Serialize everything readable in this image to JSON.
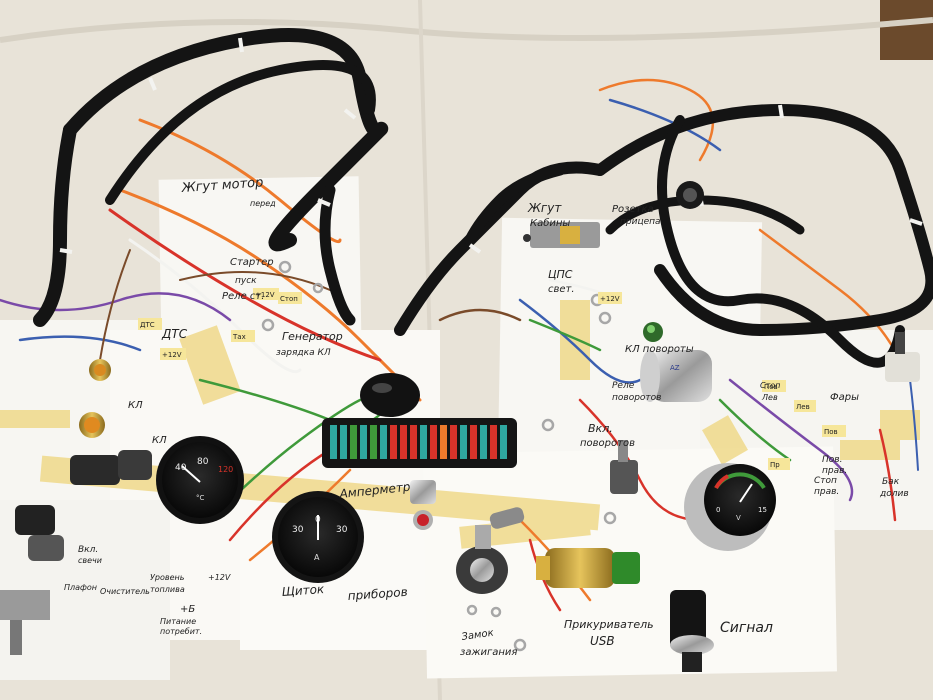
{
  "photo": {
    "colors": {
      "table": "#e9e4da",
      "paper": "#f7f6f2",
      "tape": "#efd98a",
      "harness": "#141414",
      "wire_red": "#d8332a",
      "wire_orange": "#ee7a2c",
      "wire_blue": "#3b5fb0",
      "wire_green": "#3f9a3a",
      "wire_brown": "#7a4b2a",
      "wire_purple": "#7a4aa8",
      "wire_white": "#f3f3f0"
    },
    "labels": [
      {
        "id": "harness-engine",
        "text": "Жгут мотор"
      },
      {
        "id": "harness-engine-2",
        "text": "перед"
      },
      {
        "id": "starter",
        "text": "Стартер"
      },
      {
        "id": "starter-relay",
        "text": "Реле ст."
      },
      {
        "id": "starter-relay-2",
        "text": "пуск"
      },
      {
        "id": "sensor-dtc",
        "text": "ДТС"
      },
      {
        "id": "generator",
        "text": "Генератор"
      },
      {
        "id": "generator-2",
        "text": "зарядка КЛ"
      },
      {
        "id": "harness-cab",
        "text": "Жгут"
      },
      {
        "id": "harness-cab-2",
        "text": "Кабины"
      },
      {
        "id": "trailer-socket",
        "text": "Розетка"
      },
      {
        "id": "trailer-socket-2",
        "text": "прицепа"
      },
      {
        "id": "cps-light",
        "text": "ЦПС"
      },
      {
        "id": "cps-light-2",
        "text": "свет."
      },
      {
        "id": "turn-kl",
        "text": "КЛ повороты"
      },
      {
        "id": "turn-relay",
        "text": "Реле"
      },
      {
        "id": "turn-relay-2",
        "text": "поворотов"
      },
      {
        "id": "turn-switch",
        "text": "Вкл."
      },
      {
        "id": "turn-switch-2",
        "text": "поворотов"
      },
      {
        "id": "ammeter",
        "text": "Амперметр"
      },
      {
        "id": "instrument-light",
        "text": "Щиток"
      },
      {
        "id": "instrument-light-2",
        "text": "приборов"
      },
      {
        "id": "ignition-lock",
        "text": "Замок"
      },
      {
        "id": "ignition-lock-2",
        "text": "зажигания"
      },
      {
        "id": "lighter-usb",
        "text": "Прикуриватель"
      },
      {
        "id": "lighter-usb-2",
        "text": "USB"
      },
      {
        "id": "horn",
        "text": "Сигнал"
      },
      {
        "id": "headlights",
        "text": "Фары"
      },
      {
        "id": "fuel-level",
        "text": "Уровень"
      },
      {
        "id": "fuel-level-2",
        "text": "топлива"
      },
      {
        "id": "plus-12v",
        "text": "+12V"
      },
      {
        "id": "plus-b",
        "text": "+Б"
      },
      {
        "id": "power-supply",
        "text": "Питание"
      },
      {
        "id": "power-supply-2",
        "text": "потребит."
      },
      {
        "id": "plafond",
        "text": "Плафон"
      },
      {
        "id": "wiper",
        "text": "Очиститель"
      },
      {
        "id": "kl-1",
        "text": "КЛ"
      },
      {
        "id": "kl-2",
        "text": "КЛ"
      },
      {
        "id": "stop-right",
        "text": "Стоп"
      },
      {
        "id": "stop-right-2",
        "text": "прав."
      },
      {
        "id": "right-turn",
        "text": "Пов."
      },
      {
        "id": "right-turn-2",
        "text": "прав."
      },
      {
        "id": "left-side",
        "text": "Лев"
      },
      {
        "id": "parking",
        "text": "Стоп"
      },
      {
        "id": "glow",
        "text": "Вкл."
      },
      {
        "id": "glow-2",
        "text": "свечи"
      },
      {
        "id": "battery",
        "text": "Бак"
      },
      {
        "id": "battery-2",
        "text": "долив"
      }
    ],
    "tags": [
      {
        "id": "tag-1",
        "text": "+12V"
      },
      {
        "id": "tag-2",
        "text": "Стоп"
      },
      {
        "id": "tag-3",
        "text": "Тах"
      },
      {
        "id": "tag-4",
        "text": "+12V"
      },
      {
        "id": "tag-5",
        "text": "Пов"
      },
      {
        "id": "tag-6",
        "text": "Лев"
      },
      {
        "id": "tag-7",
        "text": "Пов"
      },
      {
        "id": "tag-8",
        "text": "Пр"
      },
      {
        "id": "tag-9",
        "text": "ДТС"
      },
      {
        "id": "tag-10",
        "text": "+12V"
      }
    ],
    "gauges": [
      {
        "id": "temp-gauge",
        "ticks": [
          "40",
          "80",
          "120"
        ],
        "unit": "°C"
      },
      {
        "id": "ammeter-gauge",
        "ticks": [
          "30",
          "0",
          "30"
        ],
        "unit": "A"
      },
      {
        "id": "fuel-gauge",
        "ticks": [
          "0",
          "15"
        ],
        "unit": "V"
      }
    ]
  }
}
